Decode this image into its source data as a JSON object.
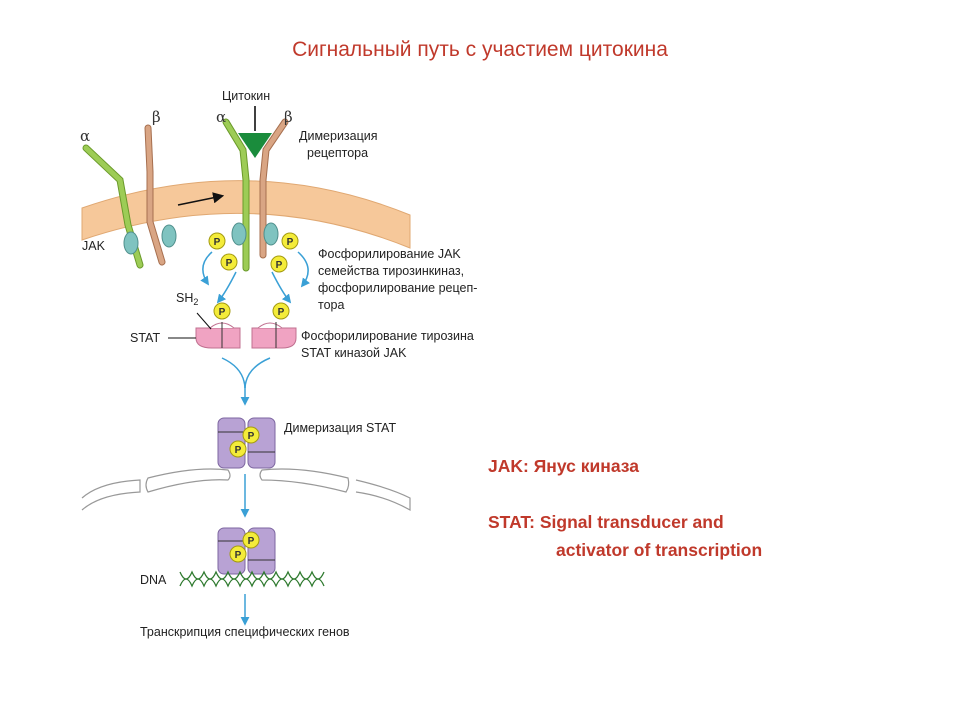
{
  "title": "Сигнальный путь с участием цитокина",
  "diagram": {
    "alpha": "α",
    "beta": "β",
    "cytokine": "Цитокин",
    "receptor_dimerization": [
      "Димеризация",
      "рецептора"
    ],
    "jak": "JAK",
    "sh2": "SH",
    "sh2_sub": "2",
    "stat": "STAT",
    "phospho_label": "P",
    "jak_phosphorylation": [
      "Фосфорилирование JAK",
      "семейства тирозинкиназ,",
      "фосфорилирование рецеп-",
      "тора"
    ],
    "stat_phosphorylation": [
      "Фосфорилирование тирозина",
      "STAT киназой JAK"
    ],
    "stat_dimerization": "Димеризация STAT",
    "dna": "DNA",
    "transcription": "Транскрипция специфических генов"
  },
  "legend": {
    "jak_line": "JAK:  Янус киназа",
    "stat_line_1": "STAT: Signal transducer and",
    "stat_line_2": "activator of transcription"
  },
  "colors": {
    "title": "#c0392b",
    "membrane": "#f6c89a",
    "alpha_chain": "#8fbf4a",
    "beta_chain": "#d49b78",
    "cytokine": "#1a8c3c",
    "jak": "#7fc3c0",
    "stat": "#f0a3c2",
    "stat_dimer": "#b8a2d4",
    "phosphate": "#f4ec3a",
    "arrow": "#3aa0d6",
    "dna": "#2f7a2f"
  }
}
